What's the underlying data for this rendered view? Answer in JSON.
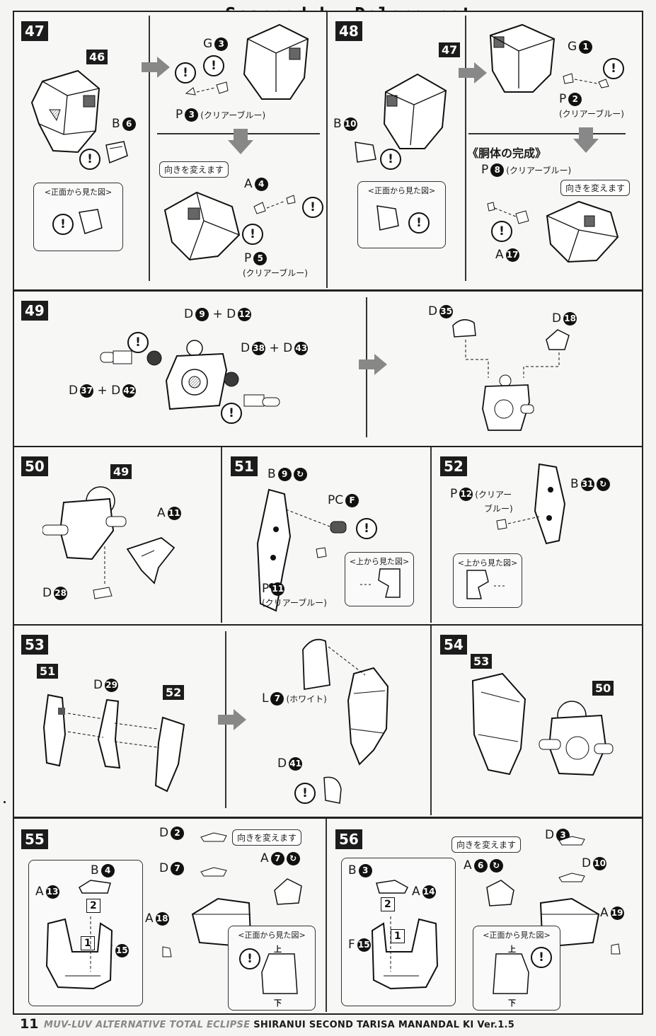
{
  "watermark": "Scanned by Dalong.net",
  "footer": {
    "page": "11",
    "series": "MUV-LUV ALTERNATIVE TOTAL ECLIPSE",
    "title": "SHIRANUI SECOND TARISA MANANDAL KI Ver.1.5"
  },
  "symbols": {
    "warning": "!",
    "plus": "+"
  },
  "steps": {
    "s47": {
      "num": "47",
      "ref": "46",
      "b6_letter": "B",
      "b6_num": "6",
      "g3_letter": "G",
      "g3_num": "3",
      "p3_letter": "P",
      "p3_num": "3",
      "p3_note": "(クリアーブルー)",
      "front_view": "<正面から見た図>",
      "turn": "向きを変えます",
      "a4_letter": "A",
      "a4_num": "4",
      "p5_letter": "P",
      "p5_num": "5",
      "p5_note": "(クリアーブルー)"
    },
    "s48": {
      "num": "48",
      "ref": "47",
      "b10_letter": "B",
      "b10_num": "10",
      "g1_letter": "G",
      "g1_num": "1",
      "p2_letter": "P",
      "p2_num": "2",
      "p2_note": "(クリアーブルー)",
      "front_view": "<正面から見た図>",
      "heading": "《胴体の完成》",
      "p8_letter": "P",
      "p8_num": "8",
      "p8_note": "(クリアーブルー)",
      "turn": "向きを変えます",
      "a17_letter": "A",
      "a17_num": "17"
    },
    "s49": {
      "num": "49",
      "d9": "9",
      "d12": "12",
      "d38": "38",
      "d43": "43",
      "d37": "37",
      "d42": "42",
      "d35": "35",
      "d18": "18",
      "letter": "D"
    },
    "s50": {
      "num": "50",
      "ref": "49",
      "a11_letter": "A",
      "a11_num": "11",
      "d28_letter": "D",
      "d28_num": "28"
    },
    "s51": {
      "num": "51",
      "b9_letter": "B",
      "b9_num": "9",
      "pcf_letter": "PC",
      "pcf_num": "F",
      "p11_letter": "P",
      "p11_num": "11",
      "p11_note": "(クリアーブルー)",
      "top_view": "<上から見た図>"
    },
    "s52": {
      "num": "52",
      "p12_letter": "P",
      "p12_num": "12",
      "p12_note_a": "(クリアー",
      "p12_note_b": "ブルー)",
      "b31_letter": "B",
      "b31_num": "31",
      "top_view": "<上から見た図>"
    },
    "s53": {
      "num": "53",
      "ref_a": "51",
      "ref_b": "52",
      "d29_letter": "D",
      "d29_num": "29",
      "l7_letter": "L",
      "l7_num": "7",
      "l7_note": "(ホワイト)",
      "d41_letter": "D",
      "d41_num": "41"
    },
    "s54": {
      "num": "54",
      "ref_a": "53",
      "ref_b": "50"
    },
    "s55": {
      "num": "55",
      "d2": "2",
      "d7": "7",
      "turn": "向きを変えます",
      "a7": "7",
      "b4": "4",
      "a13": "13",
      "a18": "18",
      "f15": "15",
      "front_view": "<正面から見た図>",
      "top": "上",
      "bottom": "下",
      "step1": "1",
      "step2": "2"
    },
    "s56": {
      "num": "56",
      "d3": "3",
      "turn": "向きを変えます",
      "a6": "6",
      "d10": "10",
      "b3": "3",
      "a14": "14",
      "a19": "19",
      "f15": "15",
      "front_view": "<正面から見た図>",
      "top": "上",
      "bottom": "下",
      "step1": "1",
      "step2": "2"
    }
  }
}
